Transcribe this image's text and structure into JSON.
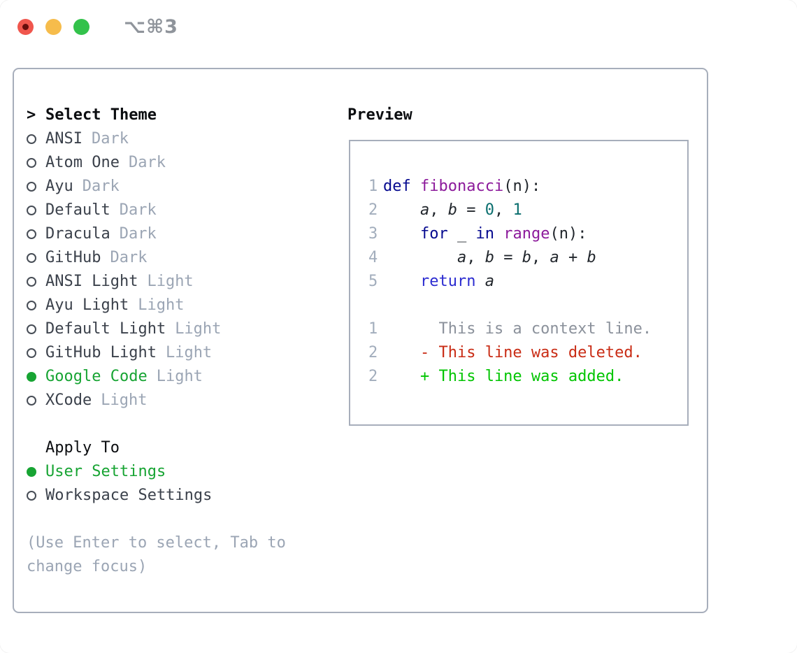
{
  "window": {
    "title": "⌥⌘3"
  },
  "theme_panel": {
    "header": {
      "prefix": ">",
      "label": "Select Theme"
    },
    "themes": [
      {
        "name": "ANSI",
        "variant": "Dark",
        "selected": false
      },
      {
        "name": "Atom One",
        "variant": "Dark",
        "selected": false
      },
      {
        "name": "Ayu",
        "variant": "Dark",
        "selected": false
      },
      {
        "name": "Default",
        "variant": "Dark",
        "selected": false
      },
      {
        "name": "Dracula",
        "variant": "Dark",
        "selected": false
      },
      {
        "name": "GitHub",
        "variant": "Dark",
        "selected": false
      },
      {
        "name": "ANSI Light",
        "variant": "Light",
        "selected": false
      },
      {
        "name": "Ayu Light",
        "variant": "Light",
        "selected": false
      },
      {
        "name": "Default Light",
        "variant": "Light",
        "selected": false
      },
      {
        "name": "GitHub Light",
        "variant": "Light",
        "selected": false
      },
      {
        "name": "Google Code",
        "variant": "Light",
        "selected": true
      },
      {
        "name": "XCode",
        "variant": "Light",
        "selected": false
      }
    ],
    "apply_to": {
      "label": "Apply To",
      "options": [
        {
          "name": "User Settings",
          "selected": true
        },
        {
          "name": "Workspace Settings",
          "selected": false
        }
      ]
    },
    "help_line1": "(Use Enter to select, Tab to",
    "help_line2": "change focus)"
  },
  "preview": {
    "label": "Preview",
    "lines": [
      {
        "n": "1",
        "tokens": [
          {
            "t": "kw",
            "s": "def"
          },
          {
            "t": "pl",
            "s": " "
          },
          {
            "t": "fn",
            "s": "fibonacci"
          },
          {
            "t": "pl",
            "s": "(n):"
          }
        ]
      },
      {
        "n": "2",
        "tokens": [
          {
            "t": "pl",
            "s": "    "
          },
          {
            "t": "var",
            "s": "a"
          },
          {
            "t": "pl",
            "s": ", "
          },
          {
            "t": "var",
            "s": "b"
          },
          {
            "t": "pl",
            "s": " = "
          },
          {
            "t": "num",
            "s": "0"
          },
          {
            "t": "pl",
            "s": ", "
          },
          {
            "t": "num",
            "s": "1"
          }
        ]
      },
      {
        "n": "3",
        "tokens": [
          {
            "t": "pl",
            "s": "    "
          },
          {
            "t": "kw",
            "s": "for"
          },
          {
            "t": "pl",
            "s": " _ "
          },
          {
            "t": "kw",
            "s": "in"
          },
          {
            "t": "pl",
            "s": " "
          },
          {
            "t": "fn",
            "s": "range"
          },
          {
            "t": "pl",
            "s": "(n):"
          }
        ]
      },
      {
        "n": "4",
        "tokens": [
          {
            "t": "pl",
            "s": "        "
          },
          {
            "t": "var",
            "s": "a"
          },
          {
            "t": "pl",
            "s": ", "
          },
          {
            "t": "var",
            "s": "b"
          },
          {
            "t": "pl",
            "s": " = "
          },
          {
            "t": "var",
            "s": "b"
          },
          {
            "t": "pl",
            "s": ", "
          },
          {
            "t": "var",
            "s": "a"
          },
          {
            "t": "pl",
            "s": " + "
          },
          {
            "t": "var",
            "s": "b"
          }
        ]
      },
      {
        "n": "5",
        "tokens": [
          {
            "t": "pl",
            "s": "    "
          },
          {
            "t": "kw2",
            "s": "return"
          },
          {
            "t": "pl",
            "s": " "
          },
          {
            "t": "var",
            "s": "a"
          }
        ]
      },
      {
        "blank": true
      },
      {
        "n": "1",
        "tokens": [
          {
            "t": "ctx",
            "s": "      This is a context line."
          }
        ]
      },
      {
        "n": "2",
        "tokens": [
          {
            "t": "del",
            "s": "    - This line was deleted."
          }
        ]
      },
      {
        "n": "2",
        "tokens": [
          {
            "t": "add",
            "s": "    + This line was added."
          }
        ]
      }
    ]
  },
  "colors": {
    "traffic_red": "#f0564d",
    "traffic_red_dot": "#650d0b",
    "traffic_yellow": "#f6bc4b",
    "traffic_green": "#33c24b",
    "title_gray": "#8f949b",
    "box_border": "#a7aebb",
    "heading_text": "#0b0d10",
    "item_text": "#3b414b",
    "muted": "#9ba5b4",
    "selected_green": "#17a433",
    "keyword": "#05098f",
    "keyword_alt": "#2b2bd0",
    "function_name": "#8c1a9b",
    "number_literal": "#0a6e6e",
    "plain_code": "#21262c",
    "line_number": "#a2adbc",
    "context_gray": "#8b919b",
    "deleted_red": "#c92c15",
    "added_green": "#01c501"
  }
}
